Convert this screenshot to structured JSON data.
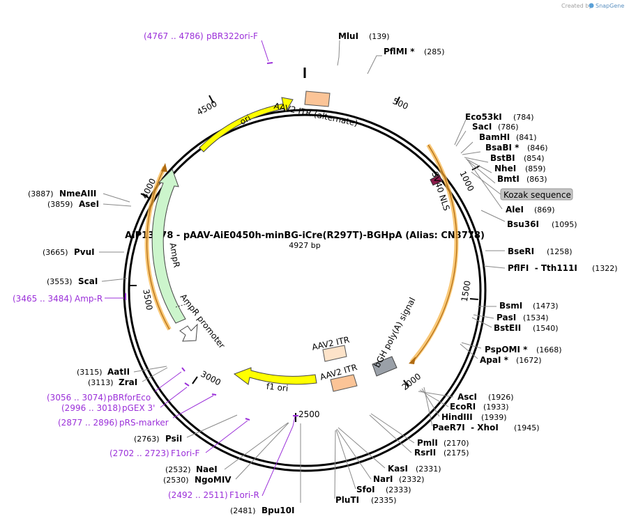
{
  "header": {
    "credit_prefix": "Created by",
    "credit_brand": "SnapGene"
  },
  "plasmid": {
    "title": "AiP13778 - pAAV-AiE0450h-minBG-iCre(R297T)-BGHpA  (Alias: CN3778)",
    "size": "4927 bp"
  },
  "ticks": [
    "500",
    "1000",
    "1500",
    "2000",
    "2500",
    "3000",
    "3500",
    "4000",
    "4500"
  ],
  "sites_right": [
    {
      "name": "MluI",
      "pos": "(139)"
    },
    {
      "name": "PflMI *",
      "pos": "(285)"
    },
    {
      "name": "Eco53kI",
      "pos": "(784)"
    },
    {
      "name": "SacI",
      "pos": "(786)"
    },
    {
      "name": "BamHI",
      "pos": "(841)"
    },
    {
      "name": "BsaBI *",
      "pos": "(846)"
    },
    {
      "name": "BstBI",
      "pos": "(854)"
    },
    {
      "name": "NheI",
      "pos": "(859)"
    },
    {
      "name": "BmtI",
      "pos": "(863)"
    },
    {
      "name": "AleI",
      "pos": "(869)"
    },
    {
      "name": "Bsu36I",
      "pos": "(1095)"
    },
    {
      "name": "BseRI",
      "pos": "(1258)"
    },
    {
      "name": "PflFI  - Tth111I",
      "pos": "(1322)"
    },
    {
      "name": "BsmI",
      "pos": "(1473)"
    },
    {
      "name": "PasI",
      "pos": "(1534)"
    },
    {
      "name": "BstEII",
      "pos": "(1540)"
    },
    {
      "name": "PspOMI *",
      "pos": "(1668)"
    },
    {
      "name": "ApaI *",
      "pos": "(1672)"
    },
    {
      "name": "AscI",
      "pos": "(1926)"
    },
    {
      "name": "EcoRI",
      "pos": "(1933)"
    },
    {
      "name": "HindIII",
      "pos": "(1939)"
    },
    {
      "name": "PaeR7I  - XhoI",
      "pos": "(1945)"
    },
    {
      "name": "PmlI",
      "pos": "(2170)"
    },
    {
      "name": "RsrII",
      "pos": "(2175)"
    },
    {
      "name": "KasI",
      "pos": "(2331)"
    },
    {
      "name": "NarI",
      "pos": "(2332)"
    },
    {
      "name": "SfoI",
      "pos": "(2333)"
    },
    {
      "name": "PluTI",
      "pos": "(2335)"
    }
  ],
  "sites_left": [
    {
      "name": "Bpu10I",
      "pos": "(2481)"
    },
    {
      "name": "NaeI",
      "pos": "(2532)"
    },
    {
      "name": "NgoMIV",
      "pos": "(2530)"
    },
    {
      "name": "PsiI",
      "pos": "(2763)"
    },
    {
      "name": "AatII",
      "pos": "(3115)"
    },
    {
      "name": "ZraI",
      "pos": "(3113)"
    },
    {
      "name": "ScaI",
      "pos": "(3553)"
    },
    {
      "name": "PvuI",
      "pos": "(3665)"
    },
    {
      "name": "NmeAIII",
      "pos": "(3887)"
    },
    {
      "name": "AseI",
      "pos": "(3859)"
    }
  ],
  "primers": [
    {
      "range": "(4767 .. 4786)",
      "name": "pBR322ori-F"
    },
    {
      "range": "(3465 .. 3484)",
      "name": "Amp-R"
    },
    {
      "range": "(3056 .. 3074)",
      "name": "pBRforEco"
    },
    {
      "range": "(2996 .. 3018)",
      "name": "pGEX 3'"
    },
    {
      "range": "(2877 .. 2896)",
      "name": "pRS-marker"
    },
    {
      "range": "(2702 .. 2723)",
      "name": "F1ori-F"
    },
    {
      "range": "(2492 .. 2511)",
      "name": "F1ori-R"
    }
  ],
  "features": {
    "ori": "ori",
    "itr_alt": "AAV2 ITR (alternate)",
    "sv40": "SV40 NLS",
    "kozak": "Kozak sequence",
    "bgh": "bGH poly(A) signal",
    "itr1": "AAV2 ITR",
    "itr2": "AAV2 ITR",
    "f1ori": "f1 ori",
    "ampr": "AmpR",
    "ampr_promoter": "AmpR promoter"
  },
  "colors": {
    "ori": "#ffff00",
    "ampr": "#ccf5cc",
    "itr": "#fbc497",
    "itr_light": "#fde3c9",
    "bgh": "#9aa0a8",
    "sv40": "#8b1a4a",
    "primer": "#9b30d9",
    "orange_ring": "#f7b64a",
    "kozak_bg": "#c4c4c4"
  }
}
